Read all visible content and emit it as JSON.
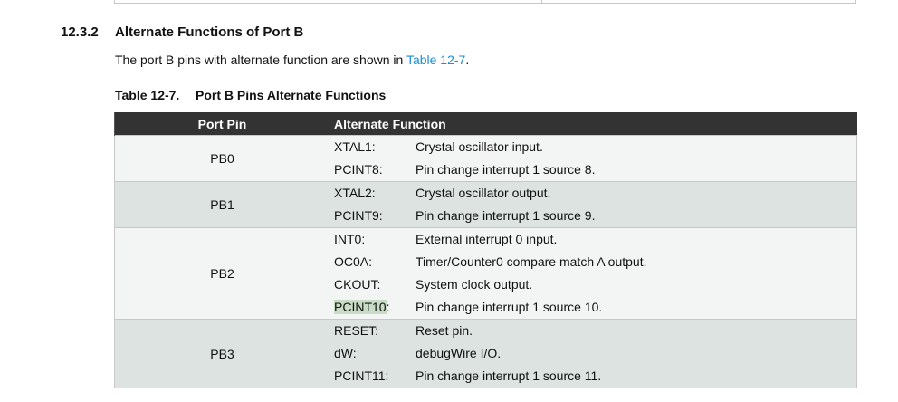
{
  "section": {
    "number": "12.3.2",
    "title": "Alternate Functions of Port B"
  },
  "intro": {
    "text_before": "The port B pins with alternate function are shown in ",
    "link": "Table 12-7",
    "text_after": "."
  },
  "table": {
    "caption_number": "Table 12-7.",
    "caption_title": "Port B Pins Alternate Functions",
    "headers": [
      "Port Pin",
      "Alternate Function"
    ],
    "rows": [
      {
        "pin": "PB0",
        "functions": [
          {
            "name": "XTAL1:",
            "desc": "Crystal oscillator input."
          },
          {
            "name": "PCINT8:",
            "desc": "Pin change interrupt 1 source 8."
          }
        ]
      },
      {
        "pin": "PB1",
        "functions": [
          {
            "name": "XTAL2:",
            "desc": "Crystal oscillator output."
          },
          {
            "name": "PCINT9:",
            "desc": "Pin change interrupt 1 source 9."
          }
        ]
      },
      {
        "pin": "PB2",
        "functions": [
          {
            "name": "INT0:",
            "desc": "External interrupt 0 input."
          },
          {
            "name": "OC0A:",
            "desc": "Timer/Counter0 compare match A output."
          },
          {
            "name": "CKOUT:",
            "desc": "System clock output."
          },
          {
            "name_highlight": "PCINT10",
            "name_suffix": ":",
            "desc": "Pin change interrupt 1 source 10."
          }
        ]
      },
      {
        "pin": "PB3",
        "functions": [
          {
            "name": "RESET:",
            "desc": "Reset pin."
          },
          {
            "name": "dW:",
            "desc": "debugWire I/O."
          },
          {
            "name": "PCINT11:",
            "desc": "Pin change interrupt 1 source 11."
          }
        ]
      }
    ]
  }
}
